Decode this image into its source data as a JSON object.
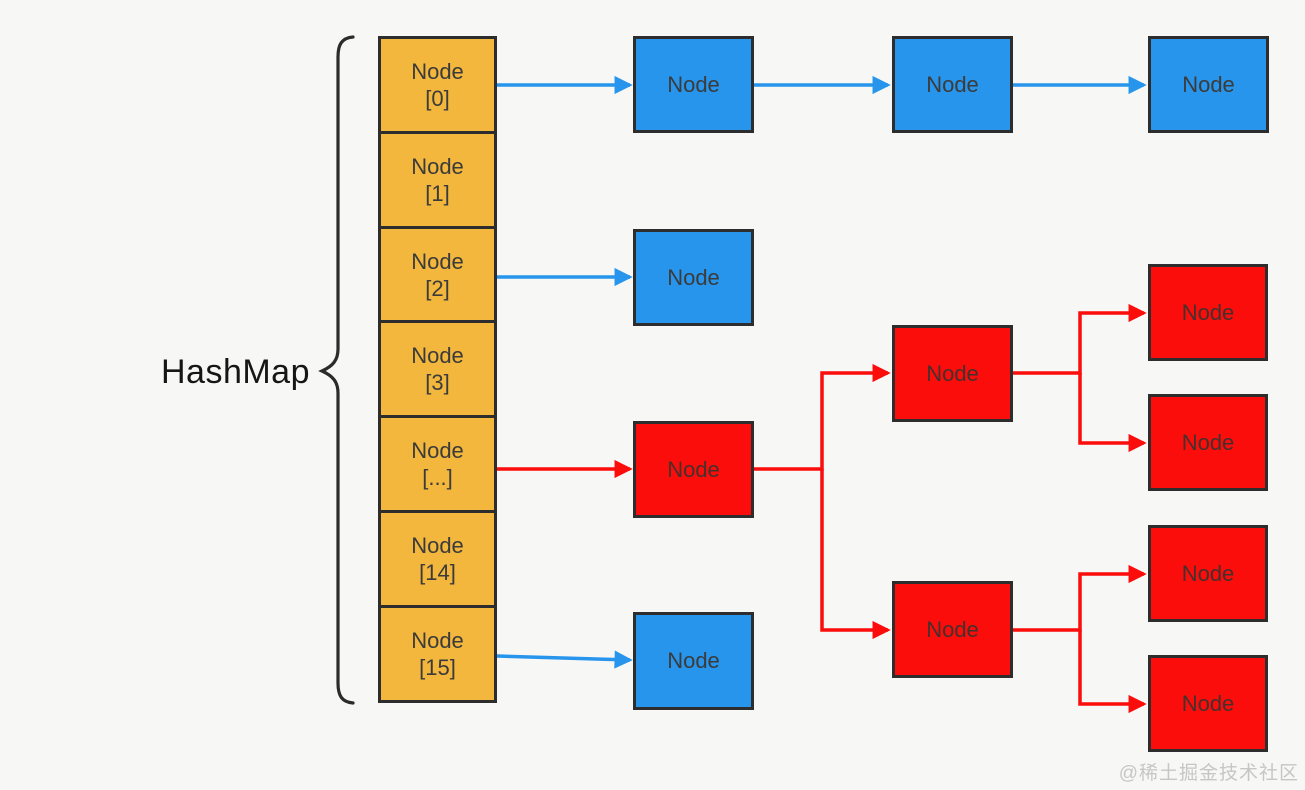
{
  "title": "HashMap",
  "watermark": "@稀土掘金技术社区",
  "colors": {
    "background": "#F7F7F5",
    "bucket_fill": "#F2B73C",
    "list_node_fill": "#2795EC",
    "tree_node_fill": "#FB0D0C",
    "box_border": "#2D2D2D",
    "list_arrow": "#2795EC",
    "tree_arrow": "#FB0D0C",
    "watermark_color": "#C6C6C6"
  },
  "bucket_array": [
    {
      "label": "Node",
      "index": "[0]"
    },
    {
      "label": "Node",
      "index": "[1]"
    },
    {
      "label": "Node",
      "index": "[2]"
    },
    {
      "label": "Node",
      "index": "[3]"
    },
    {
      "label": "Node",
      "index": "[...]"
    },
    {
      "label": "Node",
      "index": "[14]"
    },
    {
      "label": "Node",
      "index": "[15]"
    }
  ],
  "linked_nodes": {
    "bucket0_chain": [
      "Node",
      "Node",
      "Node"
    ],
    "bucket2_chain": [
      "Node"
    ],
    "bucket15_chain": [
      "Node"
    ]
  },
  "tree_nodes": {
    "root": "Node",
    "upper_child": "Node",
    "lower_child": "Node",
    "leaves": [
      "Node",
      "Node",
      "Node",
      "Node"
    ]
  }
}
